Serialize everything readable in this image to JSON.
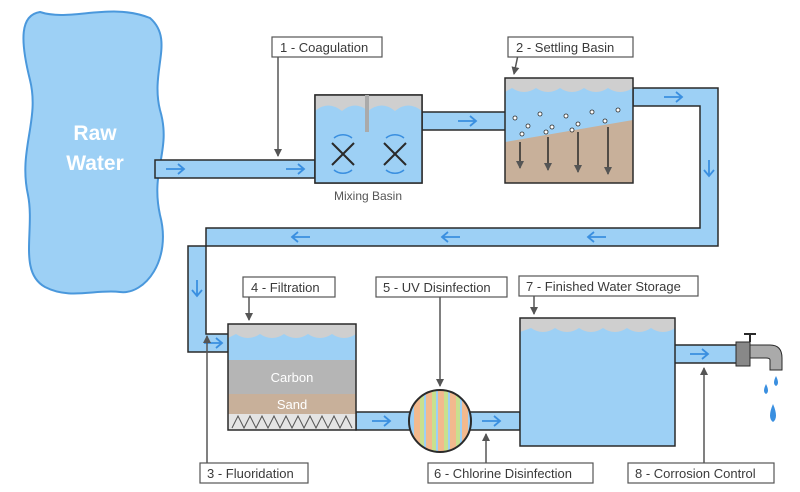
{
  "source": {
    "line1": "Raw",
    "line2": "Water"
  },
  "stages": [
    {
      "label": "1 - Coagulation"
    },
    {
      "label": "2 - Settling Basin"
    },
    {
      "label": "3 - Fluoridation"
    },
    {
      "label": "4 - Filtration"
    },
    {
      "label": "5 - UV Disinfection"
    },
    {
      "label": "6 - Chlorine Disinfection"
    },
    {
      "label": "7 - Finished Water Storage"
    },
    {
      "label": "8 - Corrosion Control"
    }
  ],
  "mixing_basin": {
    "label": "Mixing Basin"
  },
  "filter_layers": {
    "carbon": "Carbon",
    "sand": "Sand"
  },
  "colors": {
    "water": "#9dd0f5",
    "water_edge": "#2a2a2a",
    "flow_arrow": "#3a8fe0",
    "sediment": "#c8b09a",
    "carbon": "#b5b5b5",
    "sand": "#c8b09a",
    "callout": "#555555"
  }
}
